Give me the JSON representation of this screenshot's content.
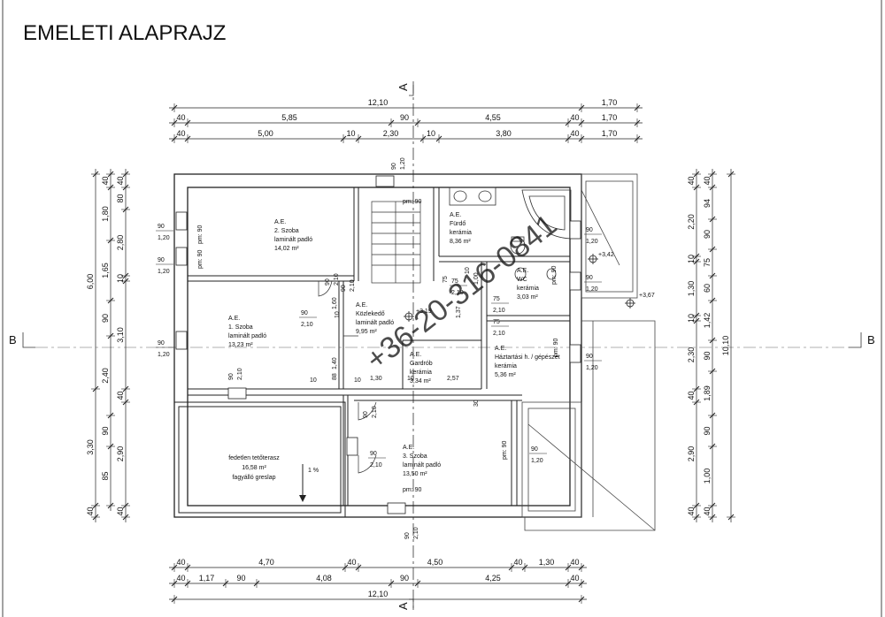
{
  "title": "EMELETI ALAPRAJZ",
  "section_labels": {
    "a_top": "A",
    "a_bottom": "A",
    "b_left": "B",
    "b_right": "B"
  },
  "watermark": "+36-20-316-0841",
  "colors": {
    "line": "#222222",
    "wall": "#ffffff",
    "text": "#111111",
    "watermark": "#bbbbbb"
  },
  "dims_top": {
    "row1": [
      "12,10",
      "1,70"
    ],
    "row2": [
      "40",
      "5,85",
      "90",
      "4,55",
      "40",
      "1,70"
    ],
    "row3": [
      "40",
      "5,00",
      "10",
      "2,30",
      "10",
      "3,80",
      "40",
      "1,70"
    ]
  },
  "dims_bottom": {
    "row1": [
      "40",
      "4,70",
      "40",
      "4,50",
      "40",
      "1,30",
      "40"
    ],
    "row2": [
      "40",
      "1,17",
      "90",
      "4,08",
      "90",
      "4,25",
      "40"
    ],
    "row3": [
      "12,10"
    ]
  },
  "dims_left": {
    "col1": [
      "6,00",
      "3,30",
      "40"
    ],
    "col2": [
      "40",
      "1,80",
      "1,65",
      "90",
      "2,40",
      "90",
      "85"
    ],
    "col3": [
      "40",
      "80",
      "2,80",
      "10",
      "3,10",
      "40",
      "2,90",
      "40"
    ]
  },
  "dims_right": {
    "col1": [
      "40",
      "2,20",
      "10",
      "1,30",
      "10",
      "2,30",
      "40",
      "2,90",
      "40"
    ],
    "col2": [
      "40",
      "94",
      "90",
      "75",
      "60",
      "1,42",
      "90",
      "1,89",
      "90",
      "1,00",
      "40"
    ],
    "col3": [
      "10,10"
    ]
  },
  "rooms": [
    {
      "code": "A.E.",
      "name": "2. Szoba",
      "floor": "laminált padló",
      "area": "14,02 m²"
    },
    {
      "code": "A.E.",
      "name": "1. Szoba",
      "floor": "laminált padló",
      "area": "13,23 m²"
    },
    {
      "code": "A.E.",
      "name": "Közlekedő",
      "floor": "laminált padló",
      "area": "9,95 m²"
    },
    {
      "code": "A.E.",
      "name": "Fürdő",
      "floor": "kerámia",
      "area": "8,36 m²"
    },
    {
      "code": "A.E.",
      "name": "WC",
      "floor": "kerámia",
      "area": "3,03 m²"
    },
    {
      "code": "A.E.",
      "name": "Háztartási h. / gépészet",
      "floor": "kerámia",
      "area": "5,36 m²"
    },
    {
      "code": "A.E.",
      "name": "Gardrób",
      "floor": "kerámia",
      "area": "3,34 m²"
    },
    {
      "code": "A.E.",
      "name": "3. Szoba",
      "floor": "laminált padló",
      "area": "13,50 m²"
    }
  ],
  "terrace": {
    "name": "fedetlen tetőterasz",
    "area": "16,58 m²",
    "floor": "fagyálló greslap",
    "slope": "1 %"
  },
  "levels": [
    "+3,19",
    "+3,42",
    "+3,67"
  ],
  "openings": [
    {
      "w": "90",
      "h": "1,20"
    },
    {
      "w": "90",
      "h": "1,20"
    },
    {
      "w": "90",
      "h": "1,20"
    },
    {
      "w": "90",
      "h": "1,20"
    },
    {
      "w": "90",
      "h": "1,20"
    },
    {
      "w": "90",
      "h": "1,20"
    },
    {
      "w": "90",
      "h": "1,20"
    },
    {
      "w": "90",
      "h": "2,10"
    },
    {
      "w": "90",
      "h": "2,10"
    },
    {
      "w": "90",
      "h": "2,10"
    },
    {
      "w": "90",
      "h": "2,10"
    },
    {
      "w": "90",
      "h": "2,10"
    },
    {
      "w": "75",
      "h": "2,10"
    },
    {
      "w": "75",
      "h": "2,10"
    },
    {
      "w": "75",
      "h": "2,10"
    },
    {
      "w": "90",
      "h": "2,10"
    },
    {
      "w": "90",
      "h": "1,20"
    },
    {
      "w": "90",
      "h": "2,10"
    }
  ],
  "interior_dims": [
    "10",
    "1,60",
    "1,40",
    "88",
    "10",
    "10",
    "1,30",
    "10",
    "2,57",
    "10",
    "1,37",
    "75",
    "1,00",
    "30",
    "pm: 90",
    "pm: 90",
    "pm: 90",
    "pm: 90",
    "pm: 90",
    "pm: 90",
    "pm: 90"
  ]
}
